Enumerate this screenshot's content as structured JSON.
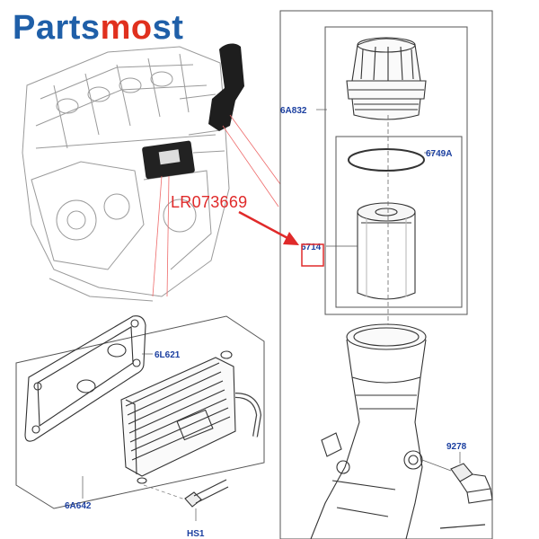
{
  "brand": {
    "part1": "Parts",
    "part2": "mo",
    "part3": "st"
  },
  "part_number": "LR073669",
  "callouts": {
    "filter_cap": "6A832",
    "o_ring": "6749A",
    "filter_element": "6714",
    "cooler_gasket": "6L621",
    "oil_cooler": "6A642",
    "bolt": "HS1",
    "sensor": "9278"
  },
  "colors": {
    "brand_blue": "#1f5fa8",
    "brand_red": "#e0301e",
    "callout_blue": "#1b3fa0",
    "highlight_red": "#e02a2a"
  }
}
